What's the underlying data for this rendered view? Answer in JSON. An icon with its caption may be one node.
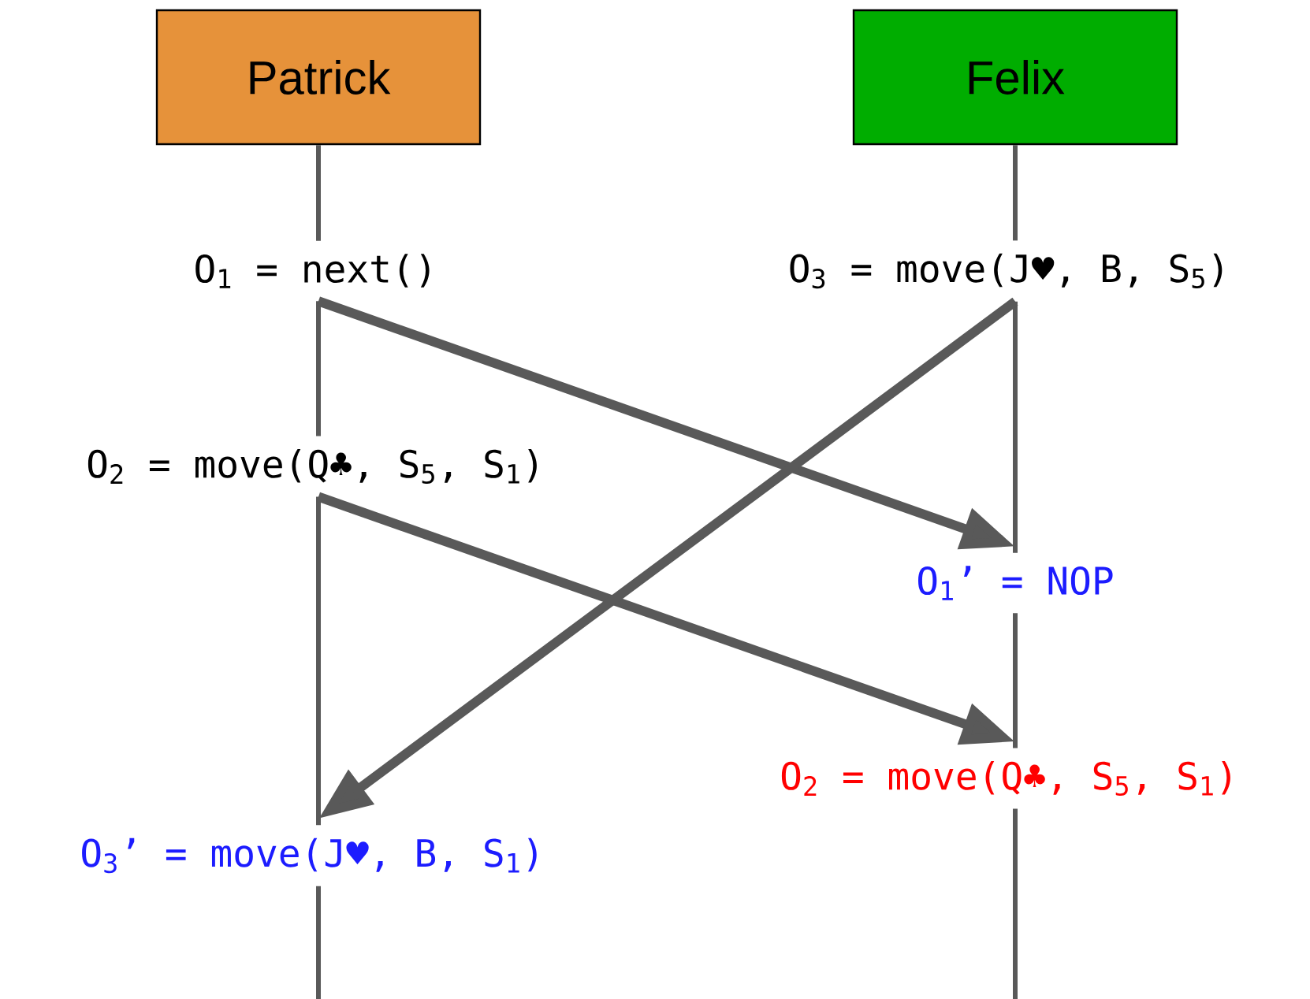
{
  "diagram": {
    "nodes": [
      {
        "text": [
          "Patrick"
        ]
      },
      {
        "text": [
          "Felix"
        ]
      },
      {
        "text": [
          "O$_{1}$ = next()"
        ]
      },
      {
        "text": [
          "O$_{3}$ = move(J♥, B, S$_{5}$)"
        ]
      },
      {
        "text": [
          "O$_{2}$ = move(Q♣, S$_{5}$, S$_{1}$)"
        ]
      },
      {
        "text": [
          "O$_{1}$’ = NOP"
        ]
      },
      {
        "text": [
          "O$_{2}$ = move(Q♣, S$_{5}$, S$_{1}$)"
        ]
      },
      {
        "text": [
          "O$_{3}$’ = move(J♥, B, S$_{1}$)"
        ]
      }
    ],
    "edges": [
      {
        "from": 0,
        "to": 2,
        "arrow": "none"
      },
      {
        "from": 1,
        "to": 3,
        "arrow": "none"
      },
      {
        "from": 2,
        "to": 4,
        "arrow": "none"
      },
      {
        "from": 3,
        "to": 5,
        "arrow": "none"
      },
      {
        "from": 4,
        "to": 7,
        "arrow": "none"
      },
      {
        "from": 5,
        "to": 6,
        "arrow": "none"
      },
      {
        "from": 7,
        "to": null,
        "arrow": "none"
      },
      {
        "from": 6,
        "to": null,
        "arrow": "none"
      },
      {
        "from": 2,
        "to": 5,
        "arrow": "to",
        "style": "thick"
      },
      {
        "from": 4,
        "to": 6,
        "arrow": "to",
        "style": "thick"
      },
      {
        "from": 3,
        "to": 7,
        "arrow": "to",
        "style": "thick"
      }
    ]
  }
}
